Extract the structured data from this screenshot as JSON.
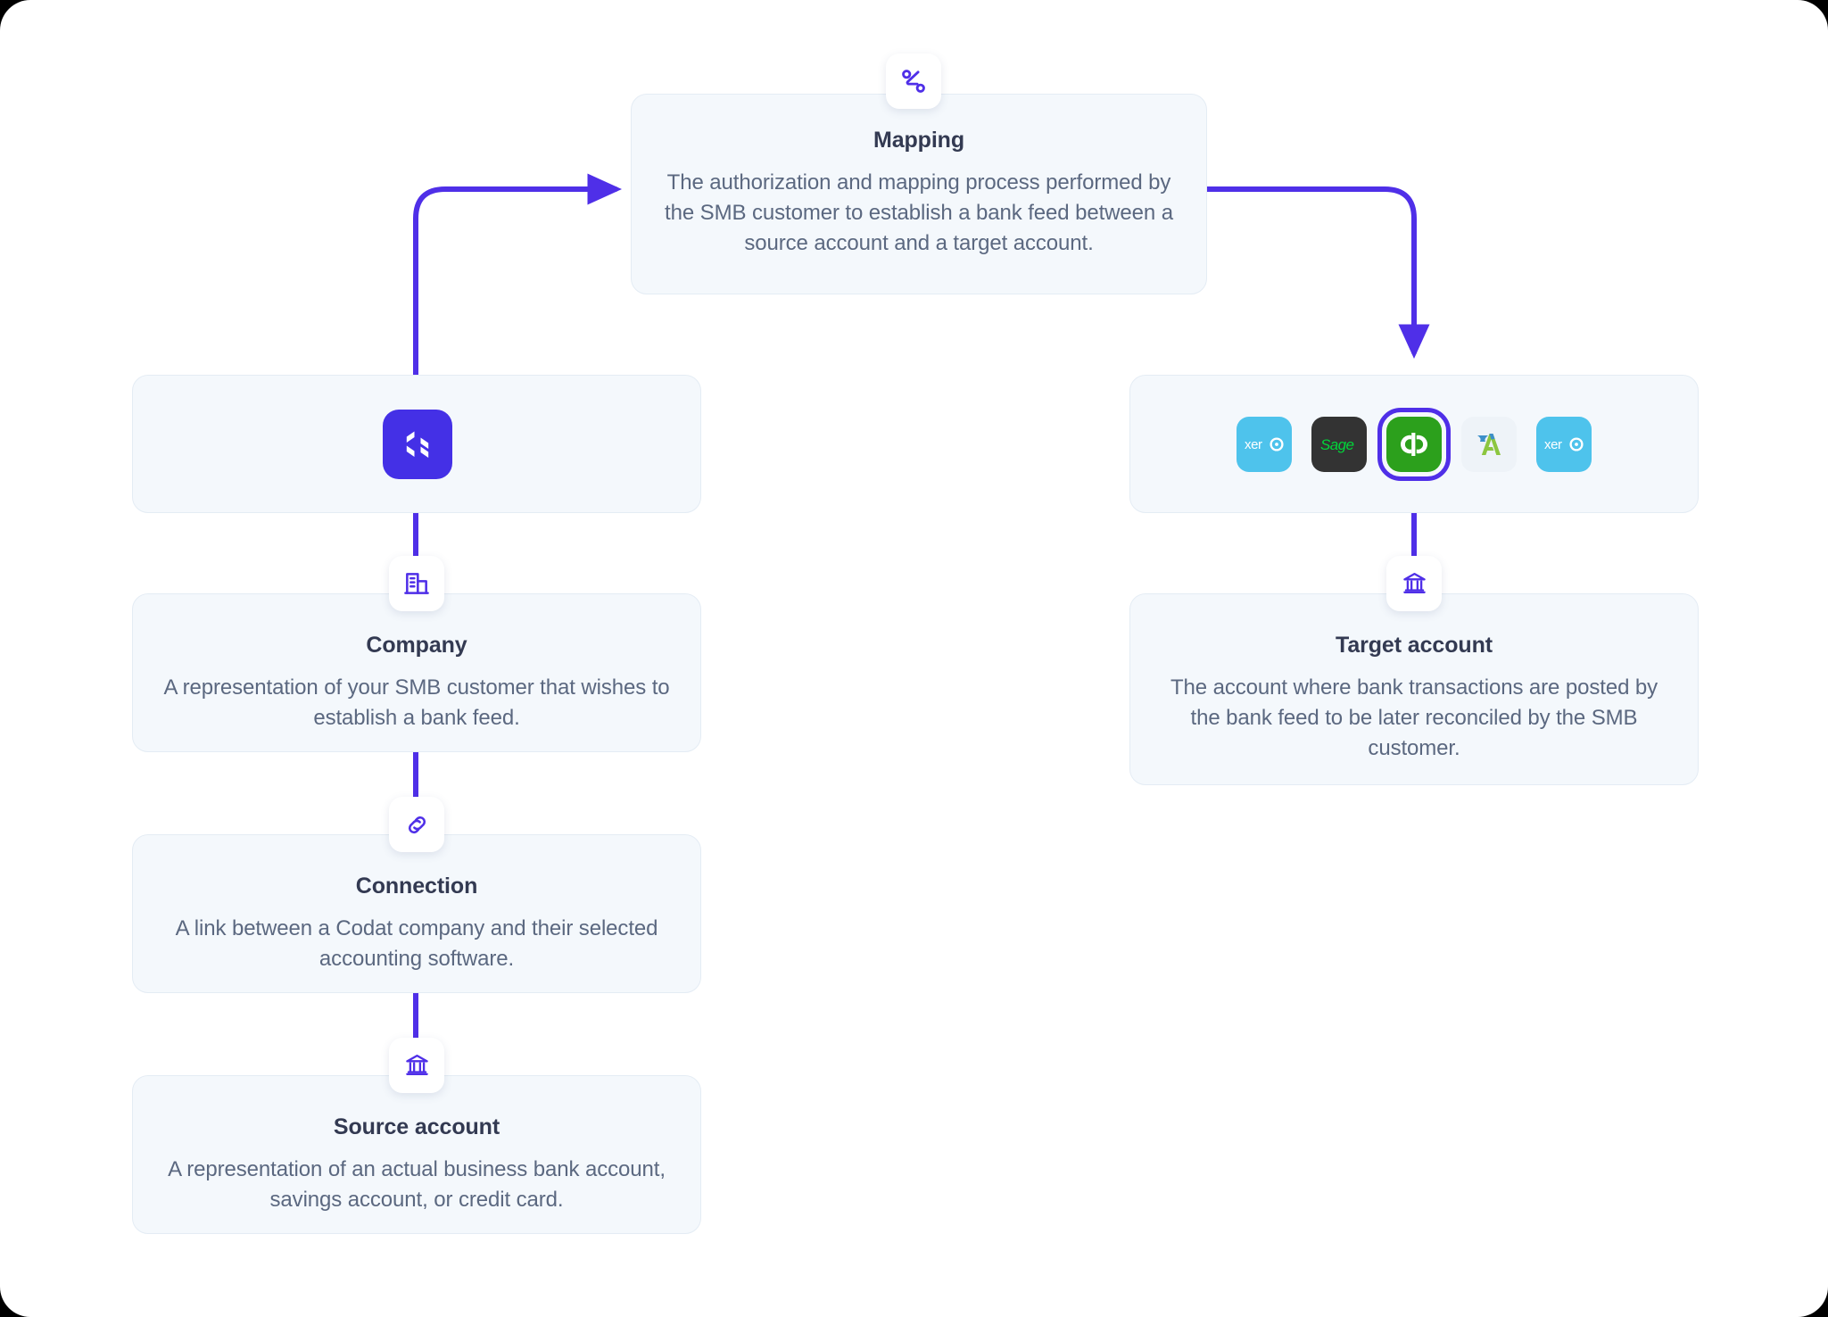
{
  "theme": {
    "accent": "#4f2fe8",
    "card_bg": "#f4f8fc",
    "card_border": "#e4ecf4",
    "title_color": "#333a52",
    "body_color": "#5b6880",
    "page_bg": "#ffffff"
  },
  "diagram": {
    "type": "flow",
    "nodes": {
      "mapping": {
        "title": "Mapping",
        "description": "The authorization and mapping process performed by the SMB customer to establish a bank feed between a source account and a target account.",
        "icon": "route-icon"
      },
      "codat": {
        "icon": "codat-logo",
        "label": "Codat"
      },
      "company": {
        "title": "Company",
        "description": "A representation of your SMB customer that wishes to establish a bank feed.",
        "icon": "building-icon"
      },
      "connection": {
        "title": "Connection",
        "description": "A link between a Codat company and their selected accounting software.",
        "icon": "link-icon"
      },
      "source_account": {
        "title": "Source account",
        "description": "A representation of an actual business bank account, savings account, or credit card.",
        "icon": "bank-icon"
      },
      "target_account": {
        "title": "Target account",
        "description": "The account where bank transactions are posted by the bank feed to be later reconciled by the SMB customer.",
        "icon": "bank-icon"
      }
    },
    "accounting_platforms": [
      {
        "name": "xero",
        "label": "xero",
        "selected": false,
        "color": "#4ec3ec"
      },
      {
        "name": "sage",
        "label": "Sage",
        "selected": false,
        "color": "#333333"
      },
      {
        "name": "quickbooks",
        "label": "qb",
        "selected": true,
        "color": "#2ca01c"
      },
      {
        "name": "freeagent",
        "label": "A",
        "selected": false,
        "color": "#8cc63f"
      },
      {
        "name": "xero-2",
        "label": "xero",
        "selected": false,
        "color": "#4ec3ec"
      }
    ],
    "edges": [
      {
        "from": "codat",
        "to": "mapping",
        "style": "elbow-up-right",
        "arrow": true
      },
      {
        "from": "mapping",
        "to": "platforms",
        "style": "elbow-right-down",
        "arrow": true
      },
      {
        "from": "codat",
        "to": "company",
        "style": "vertical",
        "arrow": false
      },
      {
        "from": "company",
        "to": "connection",
        "style": "vertical",
        "arrow": false
      },
      {
        "from": "connection",
        "to": "source_account",
        "style": "vertical",
        "arrow": false
      },
      {
        "from": "platforms",
        "to": "target_account",
        "style": "vertical",
        "arrow": false
      }
    ]
  }
}
